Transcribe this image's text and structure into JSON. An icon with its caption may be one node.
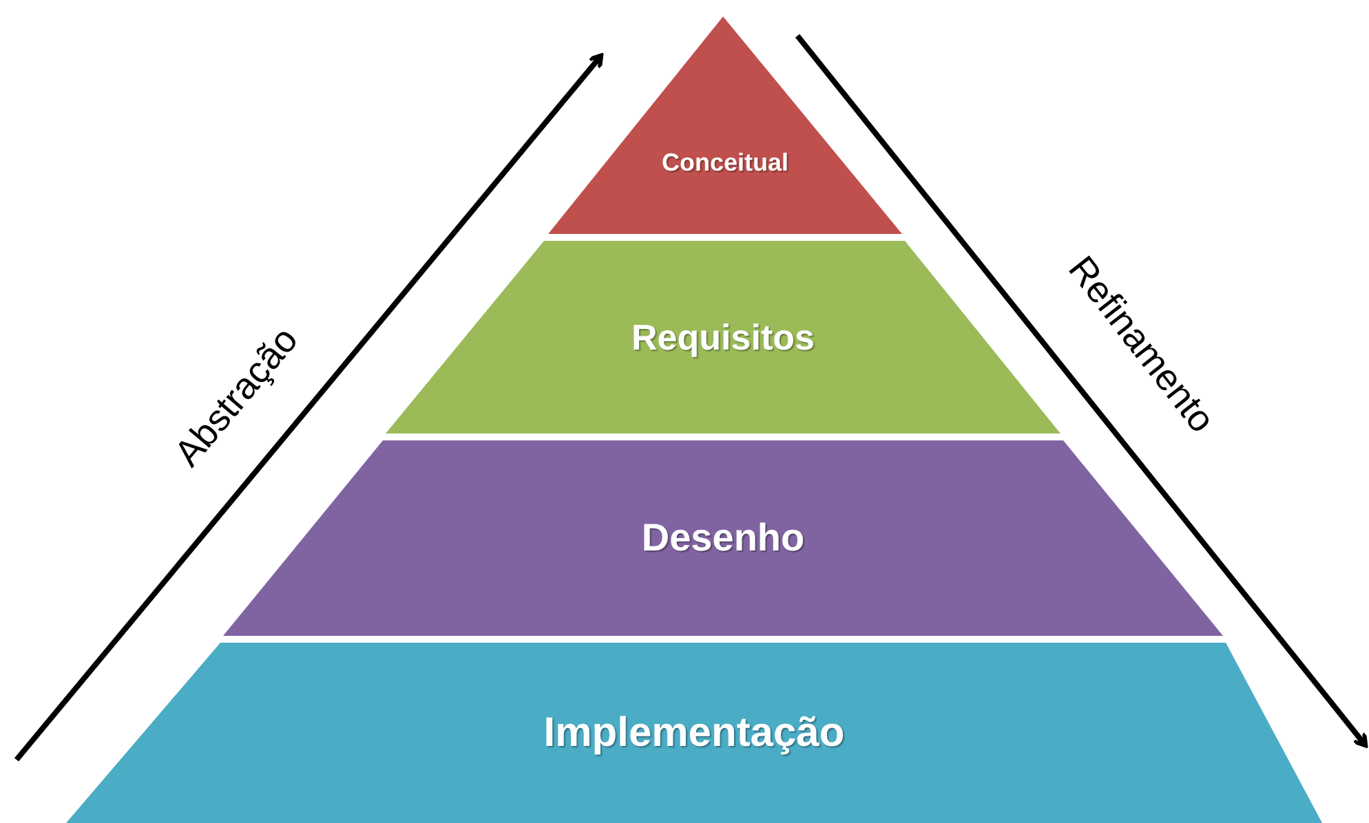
{
  "diagram": {
    "nodes": [
      {
        "text": [
          "Conceitual"
        ]
      },
      {
        "text": [
          "Requisitos"
        ]
      },
      {
        "text": [
          "Desenho"
        ]
      },
      {
        "text": [
          "Implementação"
        ]
      }
    ],
    "labels": [
      "Abstração",
      "Refinamento"
    ]
  }
}
